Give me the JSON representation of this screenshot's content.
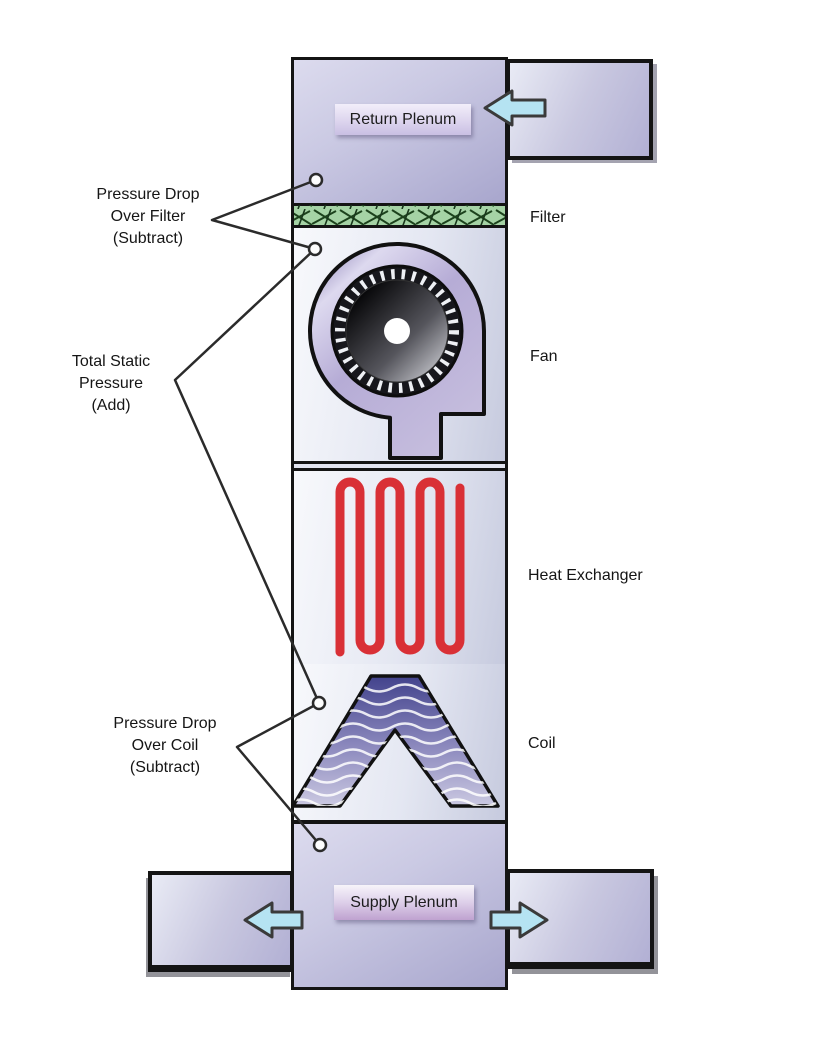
{
  "diagram": {
    "type": "hvac-air-handler-static-pressure-diagram",
    "component_labels": {
      "return_plenum": "Return Plenum",
      "filter": "Filter",
      "fan": "Fan",
      "heat_exchanger": "Heat Exchanger",
      "coil": "Coil",
      "supply_plenum": "Supply Plenum"
    },
    "measurement_labels": {
      "filter_drop": "Pressure Drop\nOver Filter\n(Subtract)",
      "total_static": "Total Static\nPressure\n(Add)",
      "coil_drop": "Pressure Drop\nOver Coil\n(Subtract)"
    },
    "colors": {
      "duct_fill": "#b9b7d9",
      "filter_green": "#a5d3a5",
      "filter_mesh_dark": "#1c421c",
      "fan_housing_purple": "#b9b0d8",
      "heat_exchanger_red": "#d93036",
      "coil_purple_dark": "#42428c",
      "coil_purple_light": "#cfcde4",
      "arrow_cyan": "#b5e3f2",
      "outline_dark": "#141414",
      "leader_line": "#2b2b2b"
    }
  }
}
